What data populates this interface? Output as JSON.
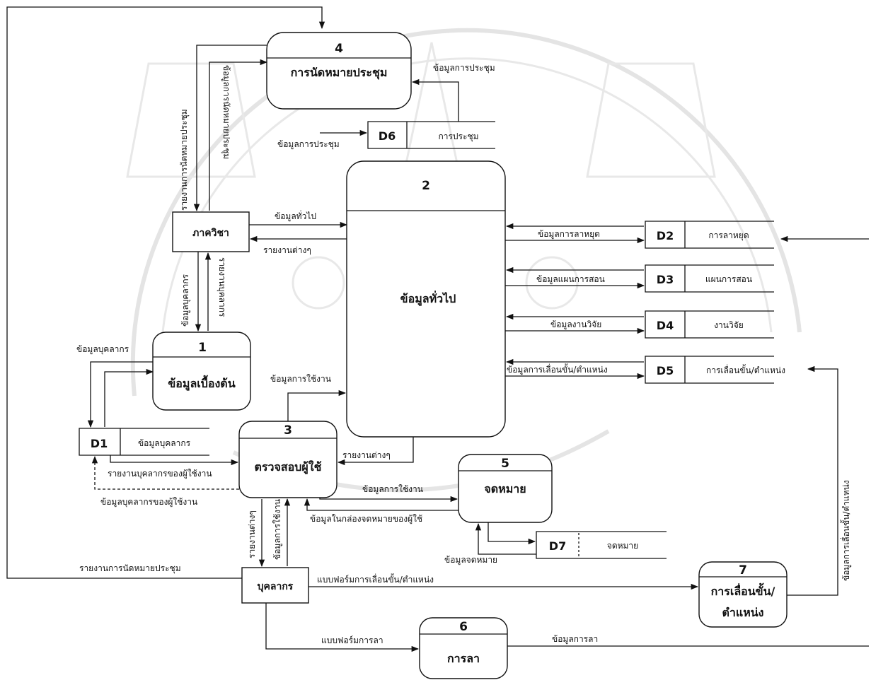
{
  "processes": {
    "p1": {
      "number": "1",
      "name": "ข้อมูลเบื้องต้น"
    },
    "p2": {
      "number": "2",
      "name": "ข้อมูลทั่วไป"
    },
    "p3": {
      "number": "3",
      "name": "ตรวจสอบผู้ใช้"
    },
    "p4": {
      "number": "4",
      "name": "การนัดหมายประชุม"
    },
    "p5": {
      "number": "5",
      "name": "จดหมาย"
    },
    "p6": {
      "number": "6",
      "name": "การลา"
    },
    "p7": {
      "number": "7",
      "name_line1": "การเลื่อนขั้น/",
      "name_line2": "ตำแหน่ง"
    }
  },
  "stores": {
    "d1": {
      "id": "D1",
      "name": "ข้อมูลบุคลากร"
    },
    "d2": {
      "id": "D2",
      "name": "การลาหยุด"
    },
    "d3": {
      "id": "D3",
      "name": "แผนการสอน"
    },
    "d4": {
      "id": "D4",
      "name": "งานวิจัย"
    },
    "d5": {
      "id": "D5",
      "name": "การเลื่อนขั้น/ตำแหน่ง"
    },
    "d6": {
      "id": "D6",
      "name": "การประชุม"
    },
    "d7": {
      "id": "D7",
      "name": "จดหมาย"
    }
  },
  "entities": {
    "department": "ภาควิชา",
    "personnel": "บุคลากร"
  },
  "flows": {
    "meeting_data_to_p4": "ข้อมูลการประชุม",
    "meeting_data_to_d6": "ข้อมูลการประชุม",
    "meeting_report_v": "รายงานการนัดหมายประชุม",
    "meeting_appt_data_v": "ข้อมูลการนัดหมายประชุม",
    "general_data": "ข้อมูลทั่วไป",
    "various_reports_1": "รายงานต่างๆ",
    "personnel_data_v": "ข้อมูลบุคลากร",
    "personnel_report_v": "รายงานบุคลากร",
    "personnel_data_h": "ข้อมูลบุคลากร",
    "usage_data_1": "ข้อมูลการใช้งาน",
    "user_personnel_report": "รายงานบุคลากรของผู้ใช้งาน",
    "user_personnel_data": "ข้อมูลบุคลากรของผู้ใช้งาน",
    "various_reports_2": "รายงานต่างๆ",
    "usage_data_2": "ข้อมูลการใช้งาน",
    "user_mailbox_data": "ข้อมูลในกล่องจดหมายของผู้ใช้",
    "mail_data": "ข้อมูลจดหมาย",
    "various_reports_v": "รายงานต่างๆ",
    "usage_data_v": "ข้อมูลการใช้งาน",
    "meeting_report_h": "รายงานการนัดหมายประชุม",
    "promotion_form": "แบบฟอร์มการเลื่อนขั้น/ตำแหน่ง",
    "leave_form": "แบบฟอร์มการลา",
    "leave_data": "ข้อมูลการลา",
    "leave_stop_data": "ข้อมูลการลาหยุด",
    "teaching_plan_data": "ข้อมูลแผนการสอน",
    "research_data": "ข้อมูลงานวิจัย",
    "promotion_data": "ข้อมูลการเลื่อนขั้น/ตำแหน่ง",
    "promotion_data_v": "ข้อมูลการเลื่อนขั้น/ตำแหน่ง"
  }
}
